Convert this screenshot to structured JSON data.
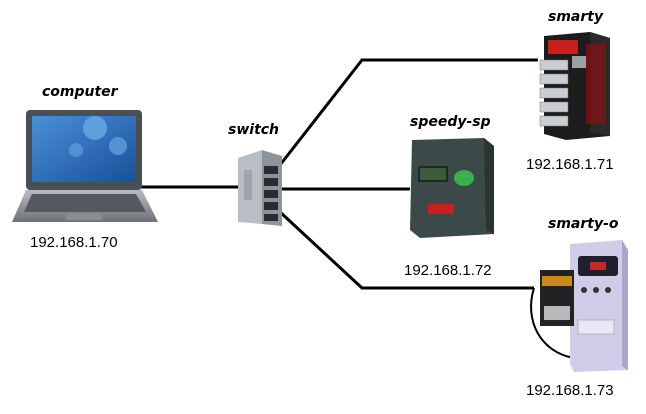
{
  "diagram": {
    "title": "",
    "nodes": [
      {
        "id": "computer",
        "name": "computer",
        "ip": "192.168.1.70",
        "icon": "laptop-icon"
      },
      {
        "id": "switch",
        "name": "switch",
        "ip": "",
        "icon": "network-switch-icon"
      },
      {
        "id": "smarty",
        "name": "smarty",
        "ip": "192.168.1.71",
        "icon": "plc-controller-icon"
      },
      {
        "id": "speedy-sp",
        "name": "speedy-sp",
        "ip": "192.168.1.72",
        "icon": "dc-drive-icon"
      },
      {
        "id": "smarty-o",
        "name": "smarty-o",
        "ip": "192.168.1.73",
        "icon": "inverter-drive-icon"
      }
    ],
    "links": [
      {
        "from": "computer",
        "to": "switch"
      },
      {
        "from": "switch",
        "to": "smarty"
      },
      {
        "from": "switch",
        "to": "speedy-sp"
      },
      {
        "from": "switch",
        "to": "smarty-o"
      }
    ]
  }
}
